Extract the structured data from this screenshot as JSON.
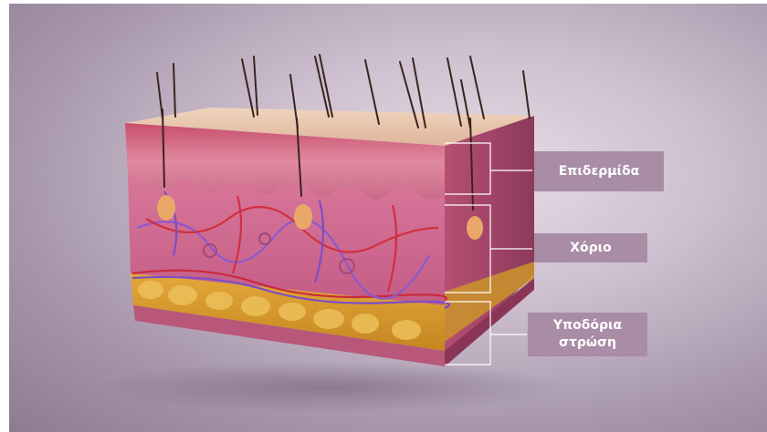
{
  "labels": {
    "epidermis": "Επιδερμίδα",
    "dermis": "Χόριο",
    "subcutaneous_line1": "Υποδόρια",
    "subcutaneous_line2": "στρώση"
  },
  "colors": {
    "label_background": "#a98ca6",
    "label_text": "#ffffff",
    "bracket_line": "#ffffff"
  }
}
